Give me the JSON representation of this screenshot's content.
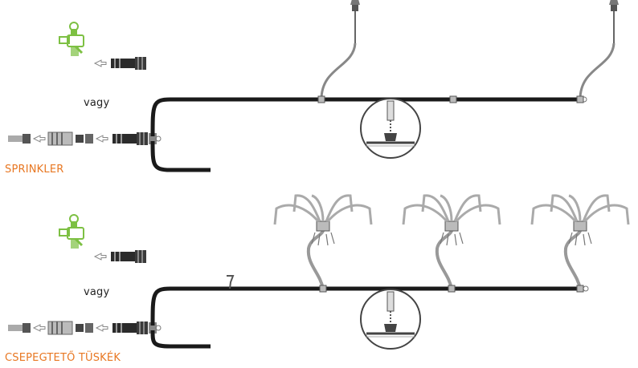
{
  "sections": [
    {
      "id": "sprinkler",
      "title": "SPRINKLER",
      "or_label": "vagy"
    },
    {
      "id": "drip",
      "title": "CSEPEGTETŐ TÜSKÉK",
      "or_label": "vagy"
    }
  ],
  "colors": {
    "accent": "#e87722",
    "tap_green": "#7dc043",
    "pipe": "#1a1a1a",
    "part_gray": "#8a8a8a",
    "outline": "#777777"
  },
  "icons": [
    "tap-icon",
    "hose-connector-icon",
    "arrow-left-icon",
    "sprinkler-icon",
    "drip-spike-icon",
    "magnifier-detail-icon"
  ]
}
